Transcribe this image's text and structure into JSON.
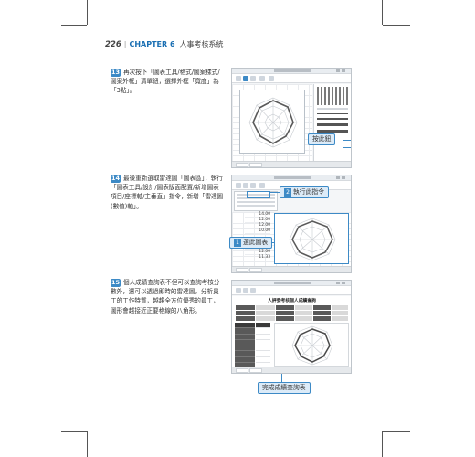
{
  "header": {
    "page_number": "226",
    "separator": "|",
    "chapter": "CHAPTER 6",
    "title": "人事考核系統"
  },
  "steps": [
    {
      "number": "13",
      "text": "再次按下「圖表工具/格式/圖案樣式/圖案外框」清單鈕，選擇外框「寬度」為「3點」。"
    },
    {
      "number": "14",
      "text": "最後重新選取雷達圖「圖表區」，執行「圖表工具/設計/圖表版面配置/新增圖表項目/座標軸/主垂直」指令，新增「雷達圖(數值)軸」。"
    },
    {
      "number": "15",
      "text": "個人成績查詢表不但可以查詢考核分數外，還可以透過即時的雷達圖，分析員工的工作特質，越趨全方位優秀的員工，圖形會越接近正要格線的八角形。"
    }
  ],
  "callouts": {
    "step13": "按此鈕",
    "step14_run": {
      "num": "2",
      "label": "執行此指令"
    },
    "step14_select": {
      "num": "1",
      "label": "選此圖表"
    },
    "step15": "完成成績查詢表"
  },
  "screenshots": {
    "step14_values": [
      "14.00",
      "12.00",
      "12.00",
      "10.00",
      "",
      "",
      "",
      "12.00",
      "11.33"
    ],
    "step15_report_title": "人評委考核個人成績查詢"
  },
  "colors": {
    "accent": "#3d8ac6",
    "callout_fill": "#dcebf8",
    "chapter": "#1a6fb3"
  }
}
